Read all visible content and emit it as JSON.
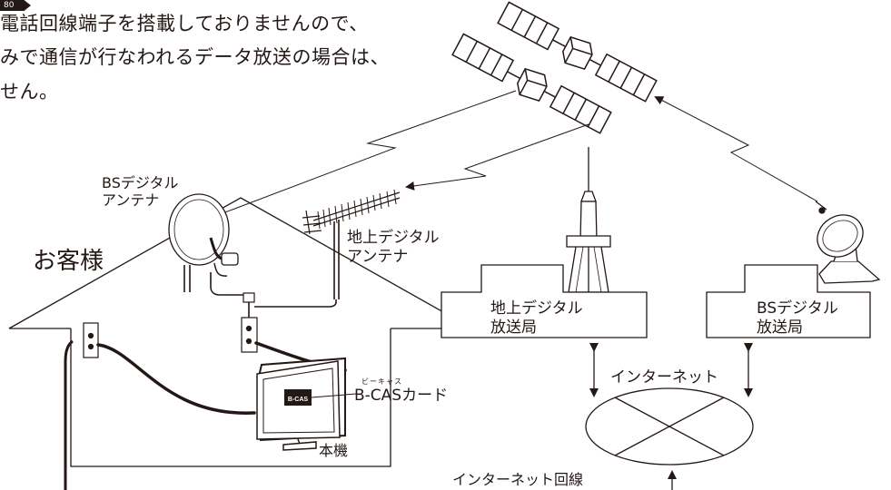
{
  "page_badge": "80",
  "notice": {
    "line1": "電話回線端子を搭載しておりませんので、",
    "line2": "みで通信が行なわれるデータ放送の場合は、",
    "line3": "せん。"
  },
  "labels": {
    "bs_antenna": [
      "BSデジタル",
      "アンテナ"
    ],
    "terrestrial_antenna": [
      "地上デジタル",
      "アンテナ"
    ],
    "customer": "お客様",
    "terrestrial_station": [
      "地上デジタル",
      "放送局"
    ],
    "bs_station": [
      "BSデジタル",
      "放送局"
    ],
    "internet": "インターネット",
    "bcas_ruby": "ビーキャス",
    "bcas_card": "B-CASカード",
    "main_unit": "本機",
    "internet_line": "インターネット回線",
    "card_logo": "B-CAS"
  }
}
